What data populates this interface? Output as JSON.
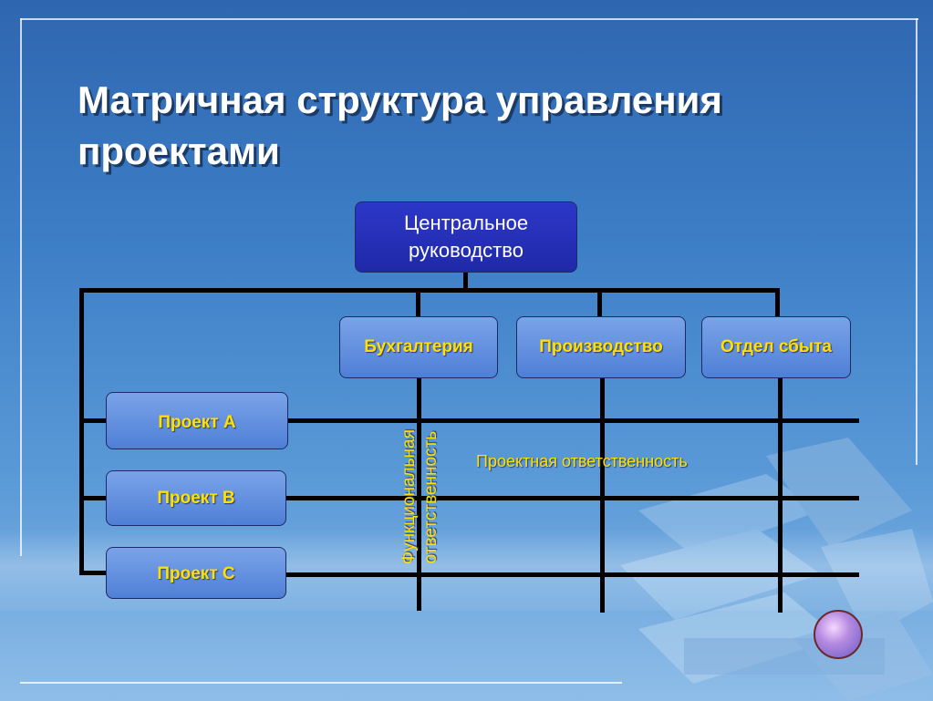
{
  "slide": {
    "title_line1": "Матричная структура управления",
    "title_line2": "проектами"
  },
  "diagram": {
    "center": {
      "line1": "Центральное",
      "line2": "руководство"
    },
    "departments": [
      "Бухгалтерия",
      "Производство",
      "Отдел сбыта"
    ],
    "projects": [
      "Проект A",
      "Проект B",
      "Проект C"
    ],
    "functional_label_line1": "Функциональная",
    "functional_label_line2": "ответственность",
    "project_label": "Проектная ответственность"
  },
  "colors": {
    "background": "#3d7fc7",
    "center_box": "#2d37c8",
    "node_box": "#6a95e0",
    "label_text": "#ffe000",
    "connector": "#000000"
  },
  "icons": {
    "nav": "circle-nav-button"
  }
}
